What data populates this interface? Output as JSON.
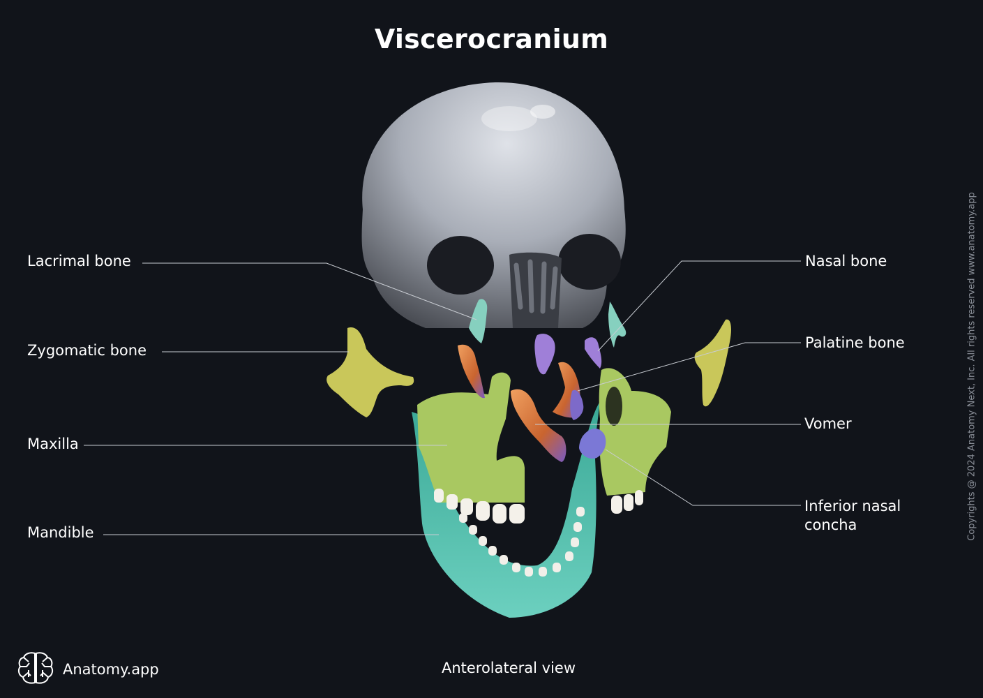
{
  "title": "Viscerocranium",
  "view_label": "Anterolateral view",
  "brand": {
    "name": "Anatomy.app",
    "icon": "brain-icon"
  },
  "copyright": "Copyrights @ 2024 Anatomy Next, Inc. All rights reserved www.anatomy.app",
  "labels": {
    "lacrimal_bone": "Lacrimal bone",
    "zygomatic_bone": "Zygomatic bone",
    "maxilla": "Maxilla",
    "mandible": "Mandible",
    "nasal_bone": "Nasal bone",
    "palatine_bone": "Palatine bone",
    "vomer": "Vomer",
    "inferior_nasal_concha_line1": "Inferior nasal",
    "inferior_nasal_concha_line2": "concha"
  },
  "colors": {
    "background": "#11141a",
    "cranium": "#b9bec8",
    "zygomatic": "#c9c75a",
    "maxilla": "#a9c861",
    "mandible": "#5fbfae",
    "lacrimal": "#86d0bf",
    "nasal": "#9f7fd8",
    "palatine": "#d27a3c",
    "vomer": "#7d6ac9",
    "inferior_nasal_concha": "#7b78d6",
    "leader_line": "#c8ccd2"
  }
}
